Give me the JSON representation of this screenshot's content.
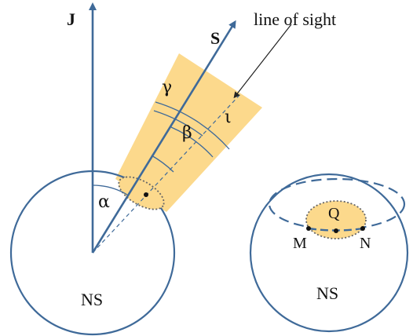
{
  "labels": {
    "j_axis": "J",
    "s_axis": "S",
    "line_of_sight": "line of sight",
    "gamma": "γ",
    "beta": "β",
    "iota": "ι",
    "alpha": "α",
    "ns_left": "NS",
    "ns_right": "NS",
    "q": "Q",
    "m": "M",
    "n": "N"
  },
  "colors": {
    "stroke": "#3f6a99",
    "cone_fill": "#fcd98c",
    "dotted": "#666666",
    "text": "#111111"
  }
}
